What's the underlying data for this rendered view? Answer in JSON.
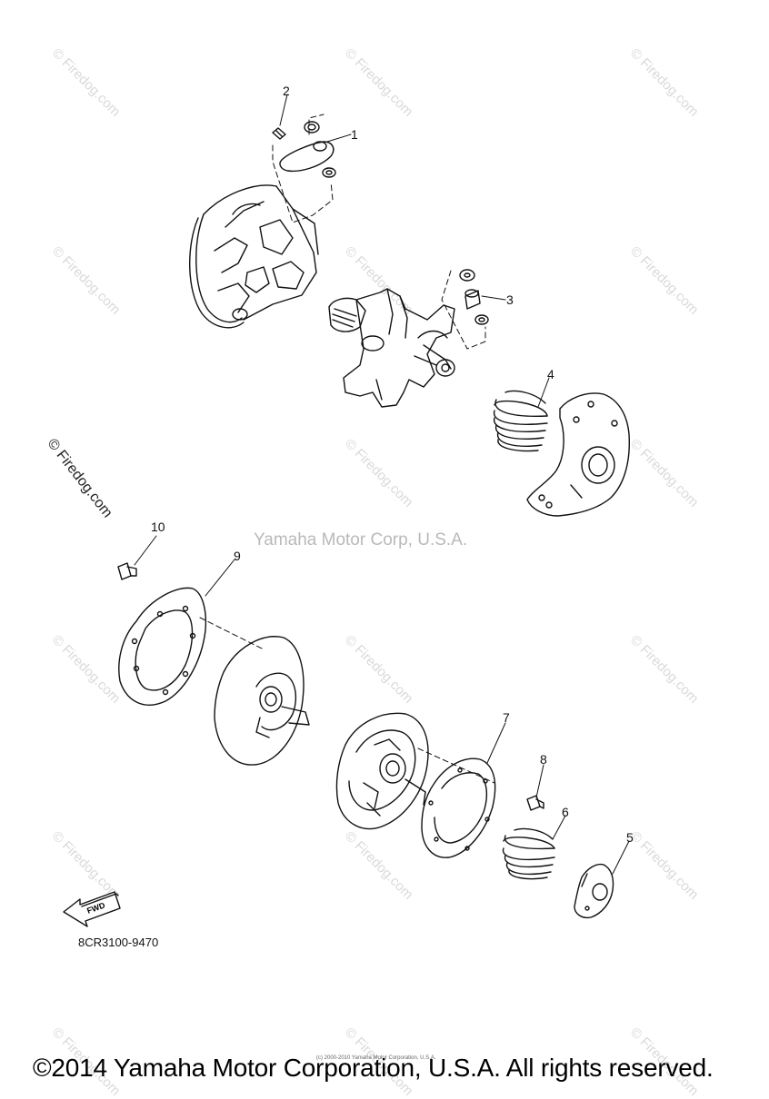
{
  "callouts": [
    "1",
    "2",
    "3",
    "4",
    "5",
    "6",
    "7",
    "8",
    "9",
    "10"
  ],
  "watermark_text": "© Firedog.com",
  "watermark_side": "© Firedog.com",
  "center_watermark": "Yamaha Motor Corp, U.S.A.",
  "part_code": "8CR3100-9470",
  "fwd_label": "FWD",
  "small_copyright": "(c) 2000-2010 Yamaha Motor Corporation, U.S.A.",
  "footer": "©2014 Yamaha Motor Corporation, U.S.A. All rights reserved."
}
